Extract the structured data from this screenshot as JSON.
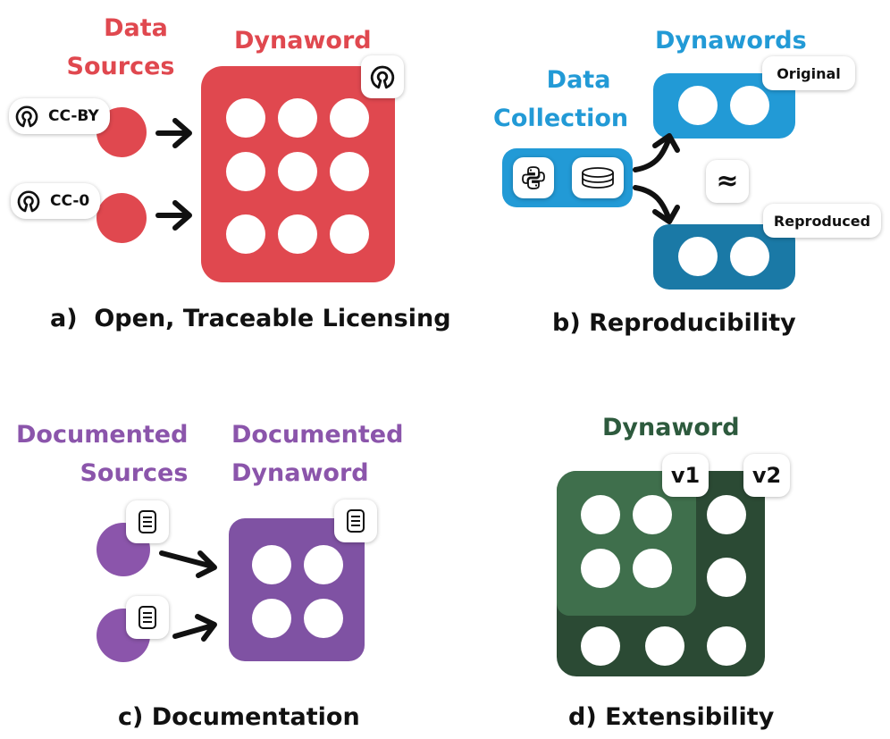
{
  "panel_a": {
    "sources_title_line1": "Data",
    "sources_title_line2": "Sources",
    "dynaword_title": "Dynaword",
    "license_1": "CC-BY",
    "license_2": "CC-0",
    "caption": "a)  Open, Traceable Licensing",
    "badge_icon": "open-source-icon",
    "color": "#e0484f"
  },
  "panel_b": {
    "collection_line1": "Data",
    "collection_line2": "Collection",
    "dynawords_title": "Dynawords",
    "tag_original": "Original",
    "tag_reproduced": "Reproduced",
    "approx_symbol": "≈",
    "caption": "b) Reproducibility",
    "icons": [
      "python-icon",
      "database-icon"
    ],
    "color_original": "#229ad6",
    "color_reproduced": "#1a79a6"
  },
  "panel_c": {
    "sources_line1": "Documented",
    "sources_line2": "Sources",
    "dynaword_line1": "Documented",
    "dynaword_line2": "Dynaword",
    "caption": "c) Documentation",
    "badge_icon": "document-icon",
    "color": "#7f52a3"
  },
  "panel_d": {
    "title": "Dynaword",
    "tag_v1": "v1",
    "tag_v2": "v2",
    "caption": "d) Extensibility",
    "color_v1": "#3f6f4c",
    "color_v2": "#2b4a34"
  }
}
